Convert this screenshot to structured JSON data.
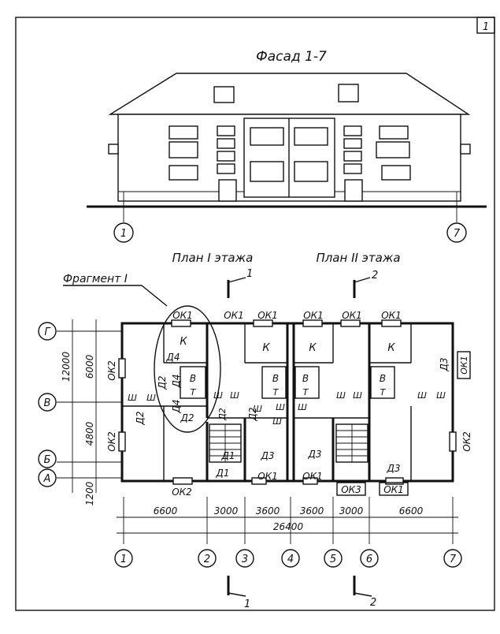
{
  "sheet": {
    "page_number": "1",
    "facade_title": "Фасад 1-7",
    "plan_first_floor": "План I этажа",
    "plan_second_floor": "План  II этажа",
    "fragment_label": "Фрагмент I",
    "total_dimension": "26400"
  },
  "axes_vertical": [
    "1",
    "2",
    "3",
    "4",
    "5",
    "6",
    "7"
  ],
  "facade_axes": [
    "1",
    "7"
  ],
  "axes_horizontal": [
    "Г",
    "В",
    "Б",
    "А"
  ],
  "dimensions_horizontal": [
    "6600",
    "3000",
    "3600",
    "3600",
    "3000",
    "6600"
  ],
  "dimensions_vertical_inner": [
    "6000",
    "4800",
    "1200"
  ],
  "dimension_vertical_outer": "12000",
  "sections": {
    "top_1": "1",
    "top_2": "2",
    "bottom_1": "1",
    "bottom_2": "2"
  },
  "labels": {
    "ok1_top": [
      "ОК1",
      "ОК1",
      "ОК1",
      "ОК1",
      "ОК1",
      "ОК1"
    ],
    "ok2_left_top": "ОК2",
    "ok2_left_bottom": "ОК2",
    "ok2_bottom": "ОК2",
    "ok2_right": "ОК2",
    "ok1_right": "ОК1",
    "ok1_bottom_a": "ОК1",
    "ok1_bottom_b": "ОК1",
    "ok1_bottom_c": "ОК1",
    "ok3_bottom": "ОК3",
    "k_rooms": [
      "К",
      "К",
      "К",
      "К"
    ],
    "v_rooms": [
      "В",
      "В",
      "В",
      "В"
    ],
    "t_rooms": [
      "Т",
      "Т",
      "Т",
      "Т"
    ],
    "sh_marks": [
      "Ш",
      "Ш",
      "Ш",
      "Ш",
      "Ш",
      "Ш",
      "Ш",
      "Ш",
      "Ш",
      "Ш",
      "Ш",
      "Ш"
    ],
    "d1_a": "Д1",
    "d1_b": "Д1",
    "d2_a": "Д2",
    "d2_b": "Д2",
    "d2_c": "Д2",
    "d2_d": "Д2",
    "d2_e": "Д2",
    "d3_a": "Д3",
    "d3_b": "Д3",
    "d3_c": "Д3",
    "d3_d": "Д3",
    "d4_a": "Д4",
    "d4_b": "Д4",
    "d4_c": "Д4"
  }
}
